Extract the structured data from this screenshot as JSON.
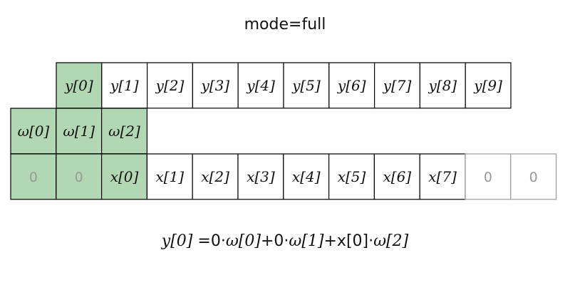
{
  "title": "mode=full",
  "colors": {
    "highlight": "#b2d8b3",
    "border": "#000000",
    "padding_text": "#999999",
    "padding_border": "#999999",
    "text": "#111111"
  },
  "rows": {
    "output": {
      "name": "y",
      "cells": [
        "y[0]",
        "y[1]",
        "y[2]",
        "y[3]",
        "y[4]",
        "y[5]",
        "y[6]",
        "y[7]",
        "y[8]",
        "y[9]"
      ],
      "highlighted": [
        0
      ]
    },
    "kernel": {
      "name": "ω",
      "cells": [
        "ω[0]",
        "ω[1]",
        "ω[2]"
      ],
      "highlighted": [
        0,
        1,
        2
      ]
    },
    "input": {
      "name": "x",
      "cells": [
        "0",
        "0",
        "x[0]",
        "x[1]",
        "x[2]",
        "x[3]",
        "x[4]",
        "x[5]",
        "x[6]",
        "x[7]",
        "0",
        "0"
      ],
      "padding": [
        0,
        1,
        10,
        11
      ],
      "highlighted": [
        0,
        1,
        2
      ]
    }
  },
  "formula": {
    "lhs": "y[0]",
    "eq": " =",
    "terms": [
      "0·",
      "ω[0]",
      "+0·",
      "ω[1]",
      "+x[0]·",
      "ω[2]"
    ]
  }
}
